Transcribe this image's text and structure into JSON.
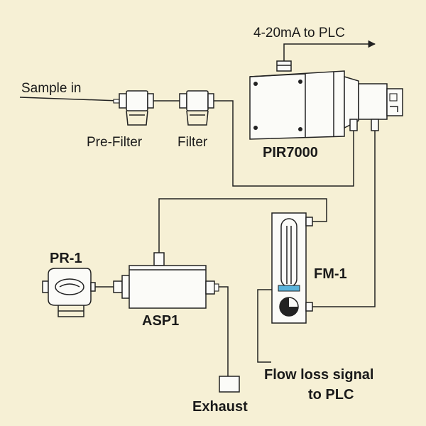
{
  "labels": {
    "output_signal": "4-20mA to PLC",
    "sample_in": "Sample in",
    "pre_filter": "Pre-Filter",
    "filter": "Filter",
    "analyzer": "PIR7000",
    "regulator": "PR-1",
    "aspirator": "ASP1",
    "flowmeter": "FM-1",
    "flow_loss_line1": "Flow loss signal",
    "flow_loss_line2": "to PLC",
    "exhaust": "Exhaust"
  },
  "colors": {
    "background": "#f6f0d5",
    "line": "#222222",
    "flow_indicator": "#5ab4dc"
  }
}
